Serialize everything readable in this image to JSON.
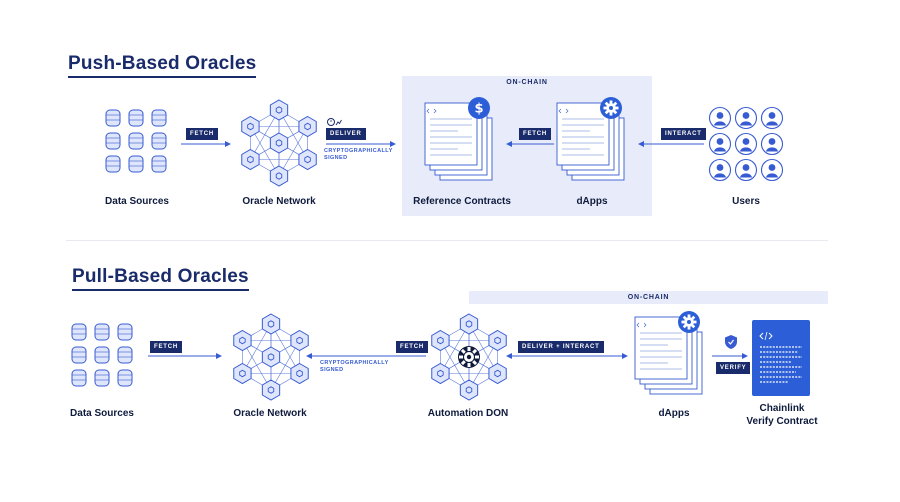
{
  "push": {
    "title": "Push-Based Oracles",
    "onchain_label": "ON-CHAIN",
    "labels": {
      "data_sources": "Data Sources",
      "oracle_network": "Oracle Network",
      "reference_contracts": "Reference Contracts",
      "dapps": "dApps",
      "users": "Users"
    },
    "tags": {
      "fetch": "FETCH",
      "deliver": "DELIVER",
      "fetch2": "FETCH",
      "interact": "INTERACT"
    },
    "notes": {
      "crypto": "CRYPTOGRAPHICALLY SIGNED"
    }
  },
  "pull": {
    "title": "Pull-Based Oracles",
    "onchain_label": "ON-CHAIN",
    "labels": {
      "data_sources": "Data Sources",
      "oracle_network": "Oracle Network",
      "automation_don": "Automation DON",
      "dapps": "dApps",
      "verify_contract_line1": "Chainlink",
      "verify_contract_line2": "Verify Contract"
    },
    "tags": {
      "fetch": "FETCH",
      "fetch2": "FETCH",
      "deliver_interact": "DELIVER + INTERACT",
      "verify": "VERIFY"
    },
    "notes": {
      "crypto": "CRYPTOGRAPHICALLY SIGNED"
    }
  },
  "icons": {
    "database": "database-icon",
    "network": "oracle-network-icon",
    "document": "document-stack-icon",
    "dollar": "dollar-badge-icon",
    "gear": "gear-badge-icon",
    "user": "user-icon",
    "shield": "shield-icon",
    "code": "code-icon"
  },
  "colors": {
    "navy": "#1a2b6b",
    "blue": "#375bd2",
    "light": "#e8ecfa",
    "pale": "#dfe6fb"
  }
}
